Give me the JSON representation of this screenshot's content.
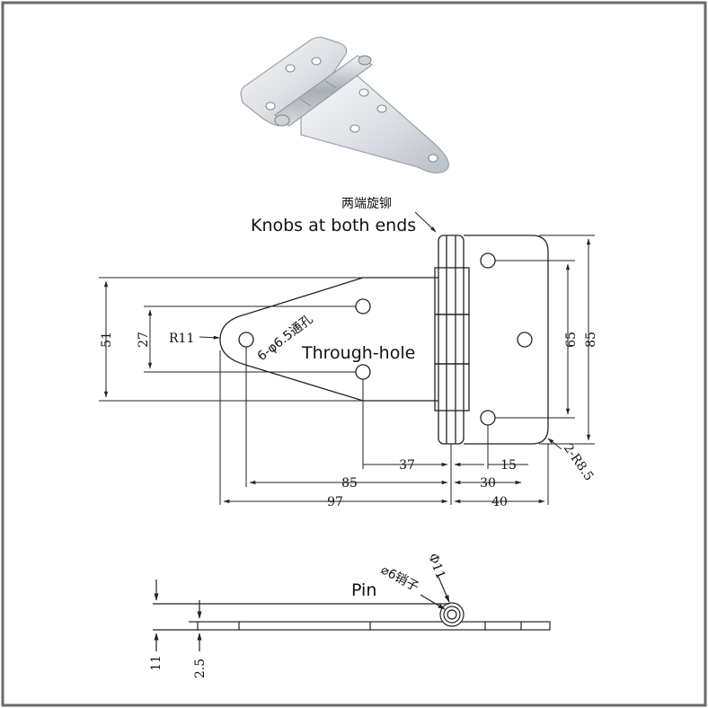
{
  "annotations": {
    "knobs_cn": "两端旋铆",
    "knobs_en": "Knobs at both ends",
    "hole_cn": "6-φ6.5通孔",
    "hole_en": "Through-hole",
    "radius_small": "R11",
    "corner_radius": "2-R8.5",
    "pin_en": "Pin",
    "pin_cn": "⌀6销子",
    "pin_dia": "Φ11"
  },
  "dimensions": {
    "left_height": "51",
    "hole_pitch_left": "27",
    "plate_height_inner": "65",
    "plate_height_outer": "85",
    "d37": "37",
    "d15": "15",
    "d85": "85",
    "d30": "30",
    "d97": "97",
    "d40": "40",
    "thickness_total": "11",
    "thickness_plate": "2.5"
  },
  "colors": {
    "border": "#6a6a6a",
    "line": "#222222",
    "metal_light": "#e9ebee",
    "metal_dark": "#9ea3aa"
  }
}
